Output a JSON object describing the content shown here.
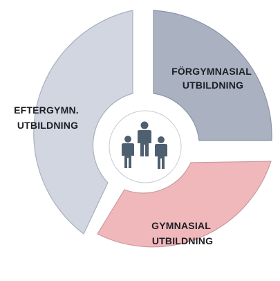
{
  "diagram": {
    "type": "segmented-donut",
    "center_icon": "people-group-icon",
    "segments": [
      {
        "id": "forgymnasial",
        "lines": [
          "FÖRGYMNASIAL",
          "UTBILDNING"
        ],
        "fill": "#aab2c2",
        "stroke": "#8b94a6"
      },
      {
        "id": "gymnasial",
        "lines": [
          "GYMNASIAL",
          "UTBILDNING"
        ],
        "fill": "#f1b8bb",
        "stroke": "#c99a9d"
      },
      {
        "id": "eftergymn",
        "lines": [
          "EFTERGYMN.",
          "UTBILDNING"
        ],
        "fill": "#d2d6e0",
        "stroke": "#a9afbd"
      }
    ],
    "colors": {
      "icon": "#4e5f70",
      "center_fill": "#ffffff",
      "center_stroke": "#c5cad3"
    }
  }
}
